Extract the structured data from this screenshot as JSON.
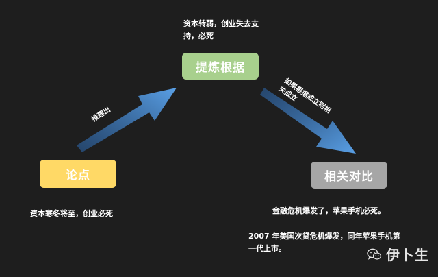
{
  "nodes": {
    "basis": "提炼根据",
    "thesis": "论点",
    "contrast": "相关对比"
  },
  "arrow_labels": {
    "infer": "推理出",
    "if_then": "如果根据成立则相关成立"
  },
  "notes": {
    "top": "资本转弱，创业失去支持，必死",
    "left": "资本寒冬将至，创业必死",
    "right_line1": "金融危机爆发了，苹果手机必死。",
    "right_line2": "2007 年美国次贷危机爆发，同年苹果手机第一代上市。"
  },
  "watermark": {
    "icon": "wechat-icon",
    "text": "伊卜生"
  },
  "colors": {
    "background": "#1e1e1e",
    "basis": "#a8d08d",
    "thesis": "#ffd966",
    "contrast": "#a6a6a6",
    "arrow": "#4a90d9"
  }
}
